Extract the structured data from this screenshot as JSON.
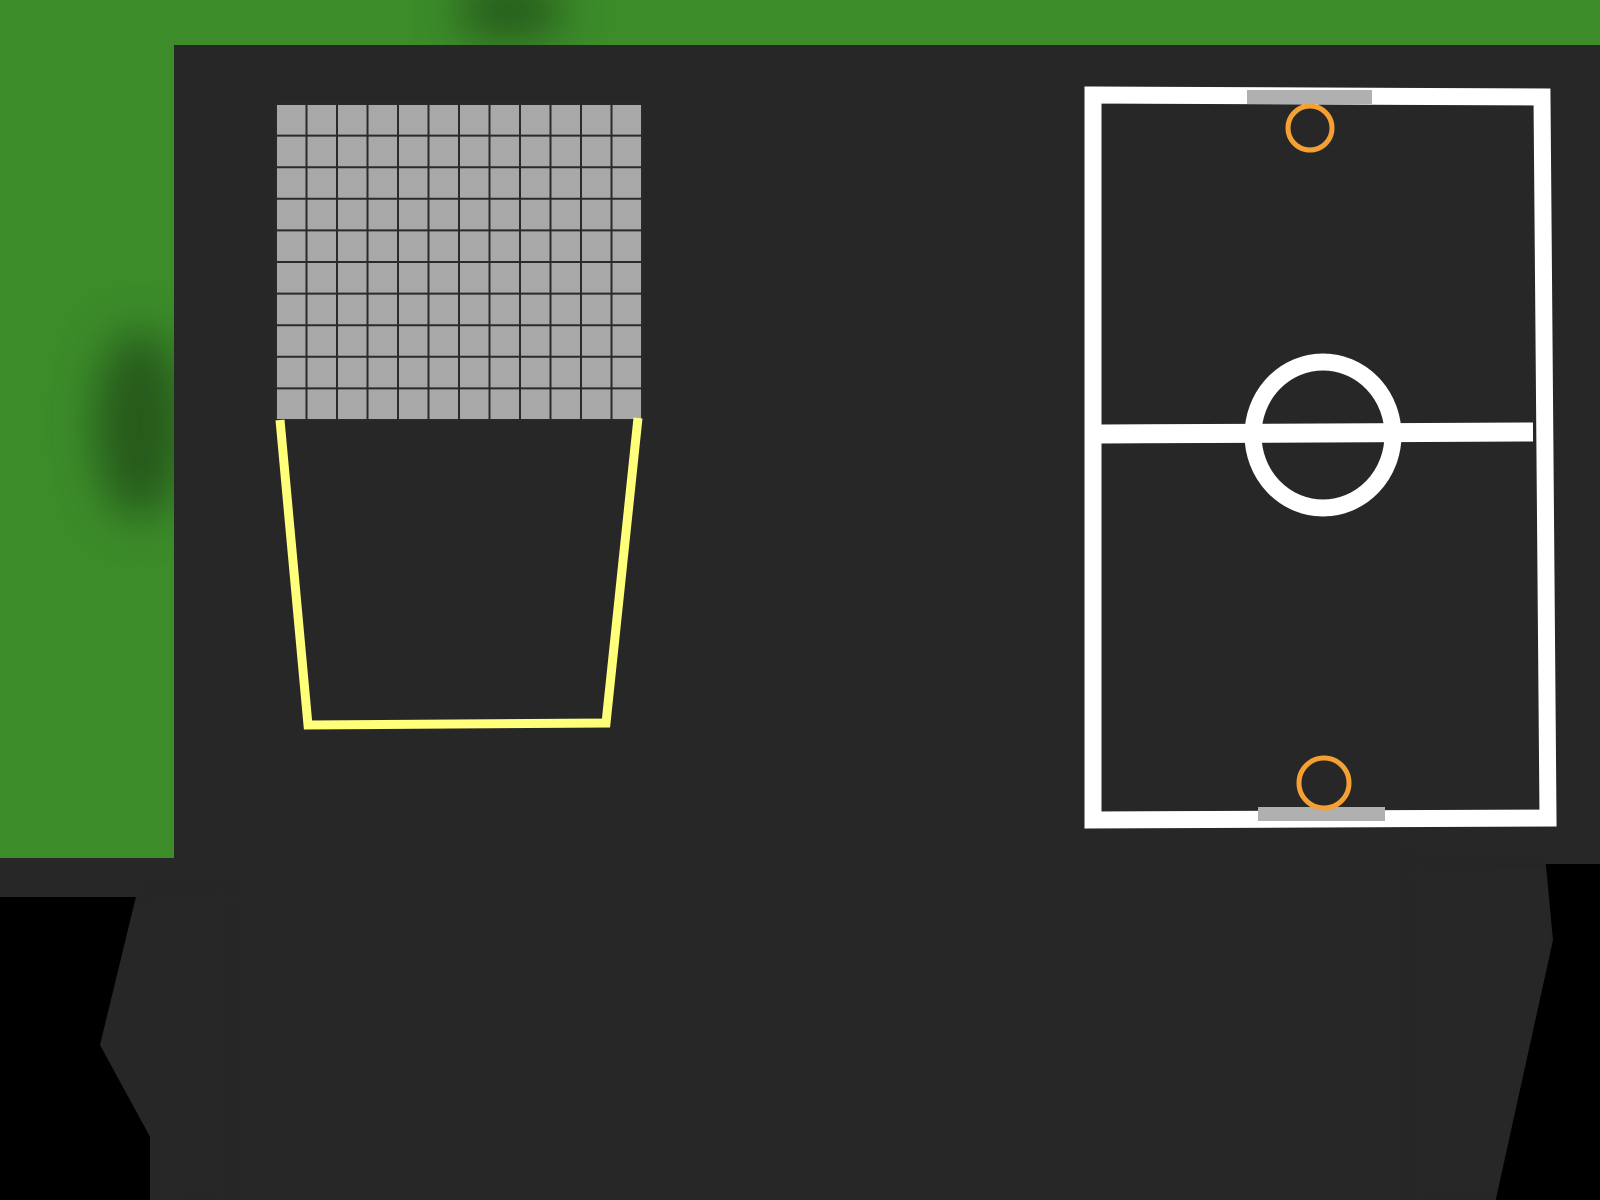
{
  "scene": {
    "colors": {
      "grass": "#3c8c2a",
      "board_background": "#272727",
      "floor_shadow": "#000000",
      "net_fill": "#a8a8a8",
      "net_lines": "#2a2a2a",
      "goal_outline": "#ffff7a",
      "pitch_lines": "#ffffff",
      "goal_area": "#b0b0b0",
      "player_marker": "#f4a033"
    },
    "net": {
      "columns": 12,
      "rows": 10
    },
    "pitch": {
      "markers": [
        {
          "name": "player-marker-top",
          "side": "top"
        },
        {
          "name": "player-marker-bottom",
          "side": "bottom"
        }
      ]
    }
  }
}
